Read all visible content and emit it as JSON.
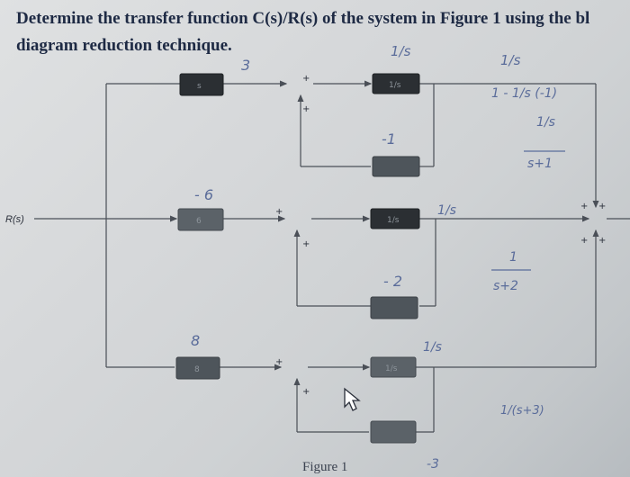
{
  "question": {
    "line1": "Determine the transfer function C(s)/R(s) of the system in Figure 1 using the bl",
    "line2": "diagram reduction technique."
  },
  "diagram": {
    "input_label": "R(s)",
    "figure_caption": "Figure 1",
    "blocks": {
      "b1": "s",
      "b2": "1/s",
      "b3": "6",
      "b4": "1/s",
      "b5": "8",
      "b6": "1/s"
    }
  },
  "handwriting": {
    "gain_3": "3",
    "gain_neg6": "- 6",
    "gain_8": "8",
    "one_over_s_top": "1/s",
    "one_over_s_top2": "1/s",
    "neg1": "-1",
    "neg2": "- 2",
    "one_over_s_mid": "1/s",
    "one_over_s_low": "1/s",
    "neg3": "-3",
    "expr_1_minus": "1 - 1/s (-1)",
    "frac_s": "1/s",
    "frac_s_plus1": "s+1",
    "frac_1_over_s_plus2_num": "1",
    "frac_1_over_s_plus2_den": "s+2",
    "frac_1_over_s_plus3": "1/(s+3)"
  },
  "colors": {
    "text": "#1e2a44",
    "ink": "#5a6c9a",
    "line": "#4a4f57",
    "block": "#2b2f33"
  }
}
